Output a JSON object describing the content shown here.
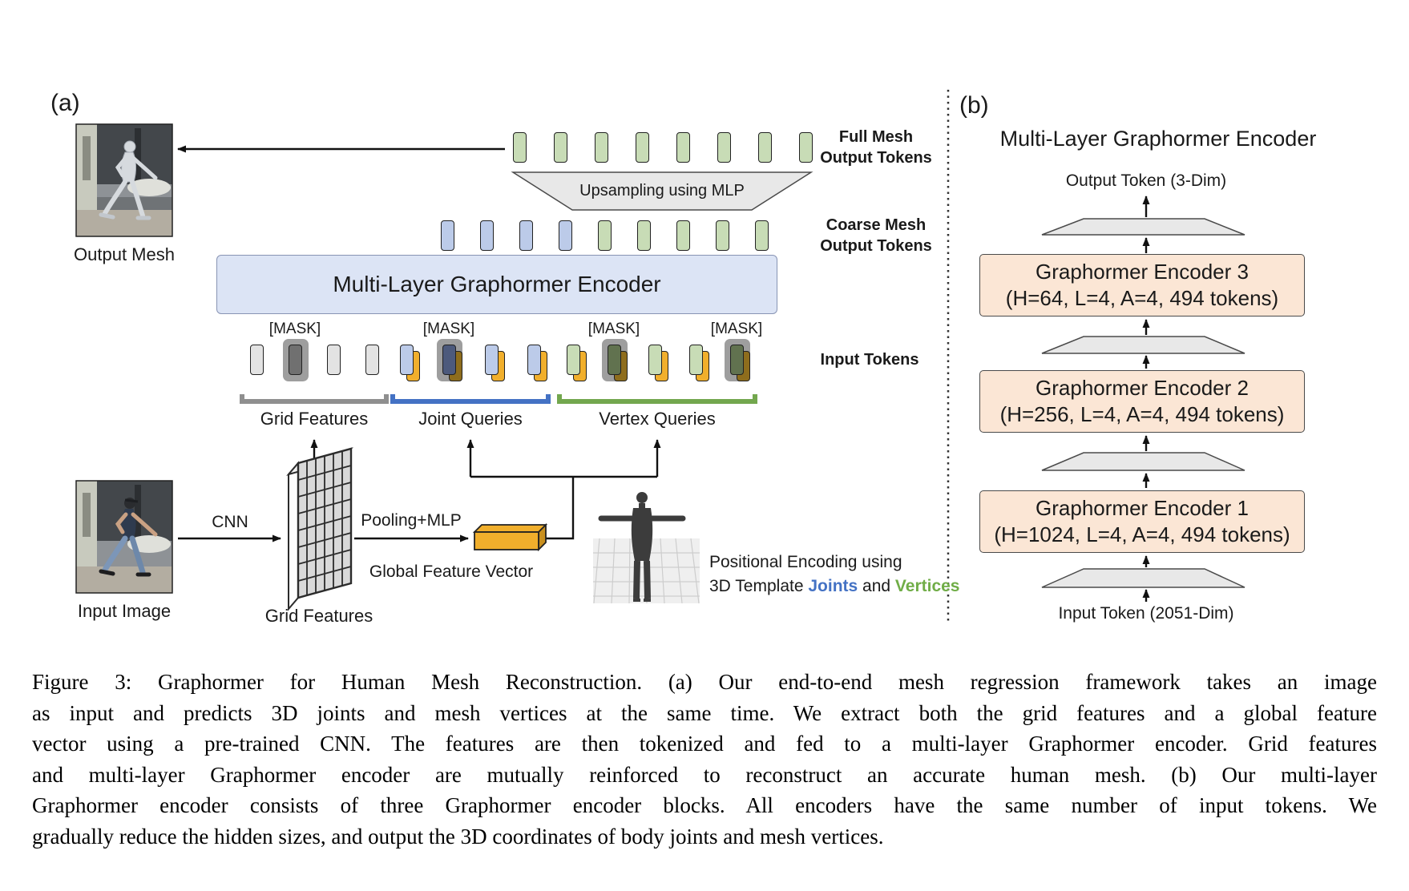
{
  "figure": {
    "panel_a_tag": "(a)",
    "panel_b_tag": "(b)"
  },
  "panel_a": {
    "output_mesh_label": "Output Mesh",
    "full_mesh_label_line1": "Full Mesh",
    "full_mesh_label_line2": "Output Tokens",
    "upsampling_label": "Upsampling using MLP",
    "coarse_label_line1": "Coarse Mesh",
    "coarse_label_line2": "Output Tokens",
    "encoder_box_label": "Multi-Layer Graphormer Encoder",
    "input_tokens_label": "Input Tokens",
    "mask_label": "[MASK]",
    "groups": [
      {
        "label": "Grid Features"
      },
      {
        "label": "Joint Queries"
      },
      {
        "label": "Vertex Queries"
      }
    ],
    "input_image_label": "Input Image",
    "cnn_label": "CNN",
    "grid_features_label": "Grid Features",
    "pooling_label": "Pooling+MLP",
    "global_feature_label": "Global Feature Vector",
    "positional_line1": "Positional Encoding using",
    "positional_prefix": "3D Template ",
    "positional_joints": "Joints",
    "positional_and": " and ",
    "positional_vertices": "Vertices"
  },
  "tokens": {
    "full_mesh_row": [
      "green",
      "green",
      "green",
      "green",
      "green",
      "green",
      "green",
      "green"
    ],
    "coarse_row": [
      "blue",
      "blue",
      "blue",
      "blue",
      "green",
      "green",
      "green",
      "green",
      "green"
    ],
    "input_groups": [
      {
        "name": "grid-features-tokens",
        "tokens": [
          {
            "color": "gray"
          },
          {
            "color": "gray",
            "masked": true
          },
          {
            "color": "gray"
          },
          {
            "color": "gray"
          }
        ]
      },
      {
        "name": "joint-query-tokens",
        "tokens": [
          {
            "color": "blue",
            "pair": true
          },
          {
            "color": "blue",
            "pair": true,
            "masked": true
          },
          {
            "color": "blue",
            "pair": true
          },
          {
            "color": "blue",
            "pair": true
          }
        ]
      },
      {
        "name": "vertex-query-tokens",
        "tokens": [
          {
            "color": "green",
            "pair": true
          },
          {
            "color": "green",
            "pair": true,
            "masked": true
          },
          {
            "color": "green",
            "pair": true
          },
          {
            "color": "green",
            "pair": true
          },
          {
            "color": "green",
            "pair": true,
            "masked": true
          }
        ]
      }
    ]
  },
  "panel_b": {
    "title": "Multi-Layer Graphormer Encoder",
    "output_token_label": "Output Token (3-Dim)",
    "input_token_label": "Input Token (2051-Dim)",
    "encoders": [
      {
        "name": "Graphormer Encoder 3",
        "params": "(H=64, L=4, A=4, 494 tokens)"
      },
      {
        "name": "Graphormer Encoder 2",
        "params": "(H=256, L=4, A=4, 494 tokens)"
      },
      {
        "name": "Graphormer Encoder 1",
        "params": "(H=1024, L=4, A=4, 494 tokens)"
      }
    ]
  },
  "caption": {
    "lines": [
      "Figure 3: Graphormer for Human Mesh Reconstruction. (a) Our end-to-end mesh regression framework takes an image",
      "as input and predicts 3D joints and mesh vertices at the same time. We extract both the grid features and a global feature",
      "vector using a pre-trained CNN. The features are then tokenized and fed to a multi-layer Graphormer encoder. Grid features",
      "and multi-layer Graphormer encoder are mutually reinforced to reconstruct an accurate human mesh. (b) Our multi-layer",
      "Graphormer encoder consists of three Graphormer encoder blocks. All encoders have the same number of input tokens. We",
      "gradually reduce the hidden sizes, and output the 3D coordinates of body joints and mesh vertices."
    ]
  },
  "colors": {
    "green_token": "#c8dcb6",
    "blue_token": "#bccbe9",
    "yellow_token": "#f1af2c",
    "gray_token": "#e3e3e3",
    "masked_gray": "#707070",
    "masked_blue": "#4d5a7c",
    "masked_green": "#61724f",
    "masked_yellow": "#8e6d1d",
    "highlight_bg": "#9e9e9e",
    "encoder_a_bg": "#dce4f5",
    "encoder_b_bg": "#fbe6d5",
    "trapezoid_fill": "#e8e8e8",
    "bracket_gray": "#8f8f8f",
    "bracket_blue": "#4472c4",
    "bracket_green": "#73a74e",
    "joints_text": "#4472c4",
    "vertices_text": "#70ad47"
  }
}
